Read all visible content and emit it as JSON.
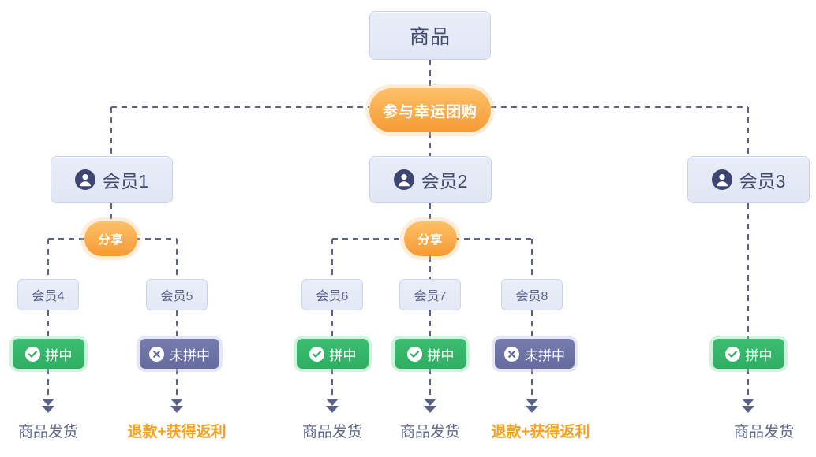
{
  "diagram": {
    "title_node": {
      "label": "商品",
      "name": "product-node"
    },
    "join_action": {
      "label": "参与幸运团购"
    },
    "share_action_1": {
      "label": "分享"
    },
    "share_action_2": {
      "label": "分享"
    },
    "members_level1": [
      {
        "label": "会员1",
        "icon": "user-icon"
      },
      {
        "label": "会员2",
        "icon": "user-icon"
      },
      {
        "label": "会员3",
        "icon": "user-icon"
      }
    ],
    "members_level2": [
      {
        "label": "会员4"
      },
      {
        "label": "会员5"
      },
      {
        "label": "会员6"
      },
      {
        "label": "会员7"
      },
      {
        "label": "会员8"
      }
    ],
    "status_badges": [
      {
        "label": "拼中",
        "state": "success",
        "icon": "check-circle-icon"
      },
      {
        "label": "未拼中",
        "state": "fail",
        "icon": "x-circle-icon"
      },
      {
        "label": "拼中",
        "state": "success",
        "icon": "check-circle-icon"
      },
      {
        "label": "拼中",
        "state": "success",
        "icon": "check-circle-icon"
      },
      {
        "label": "未拼中",
        "state": "fail",
        "icon": "x-circle-icon"
      },
      {
        "label": "拼中",
        "state": "success",
        "icon": "check-circle-icon"
      }
    ],
    "outcomes": [
      {
        "label": "商品发货",
        "kind": "ship"
      },
      {
        "label": "退款+获得返利",
        "kind": "refund"
      },
      {
        "label": "商品发货",
        "kind": "ship"
      },
      {
        "label": "商品发货",
        "kind": "ship"
      },
      {
        "label": "退款+获得返利",
        "kind": "refund"
      },
      {
        "label": "商品发货",
        "kind": "ship"
      }
    ],
    "colors": {
      "node_fill": "#e8ecf7",
      "node_border": "#c8d0ea",
      "node_text": "#414a72",
      "accent_orange": "#f79a34",
      "success_green": "#2fae63",
      "fail_purple": "#666ba0",
      "edge_line": "#5a6288",
      "refund_text": "#f6a01f",
      "ship_text": "#5e6788",
      "avatar_fill": "#3d4573"
    }
  }
}
